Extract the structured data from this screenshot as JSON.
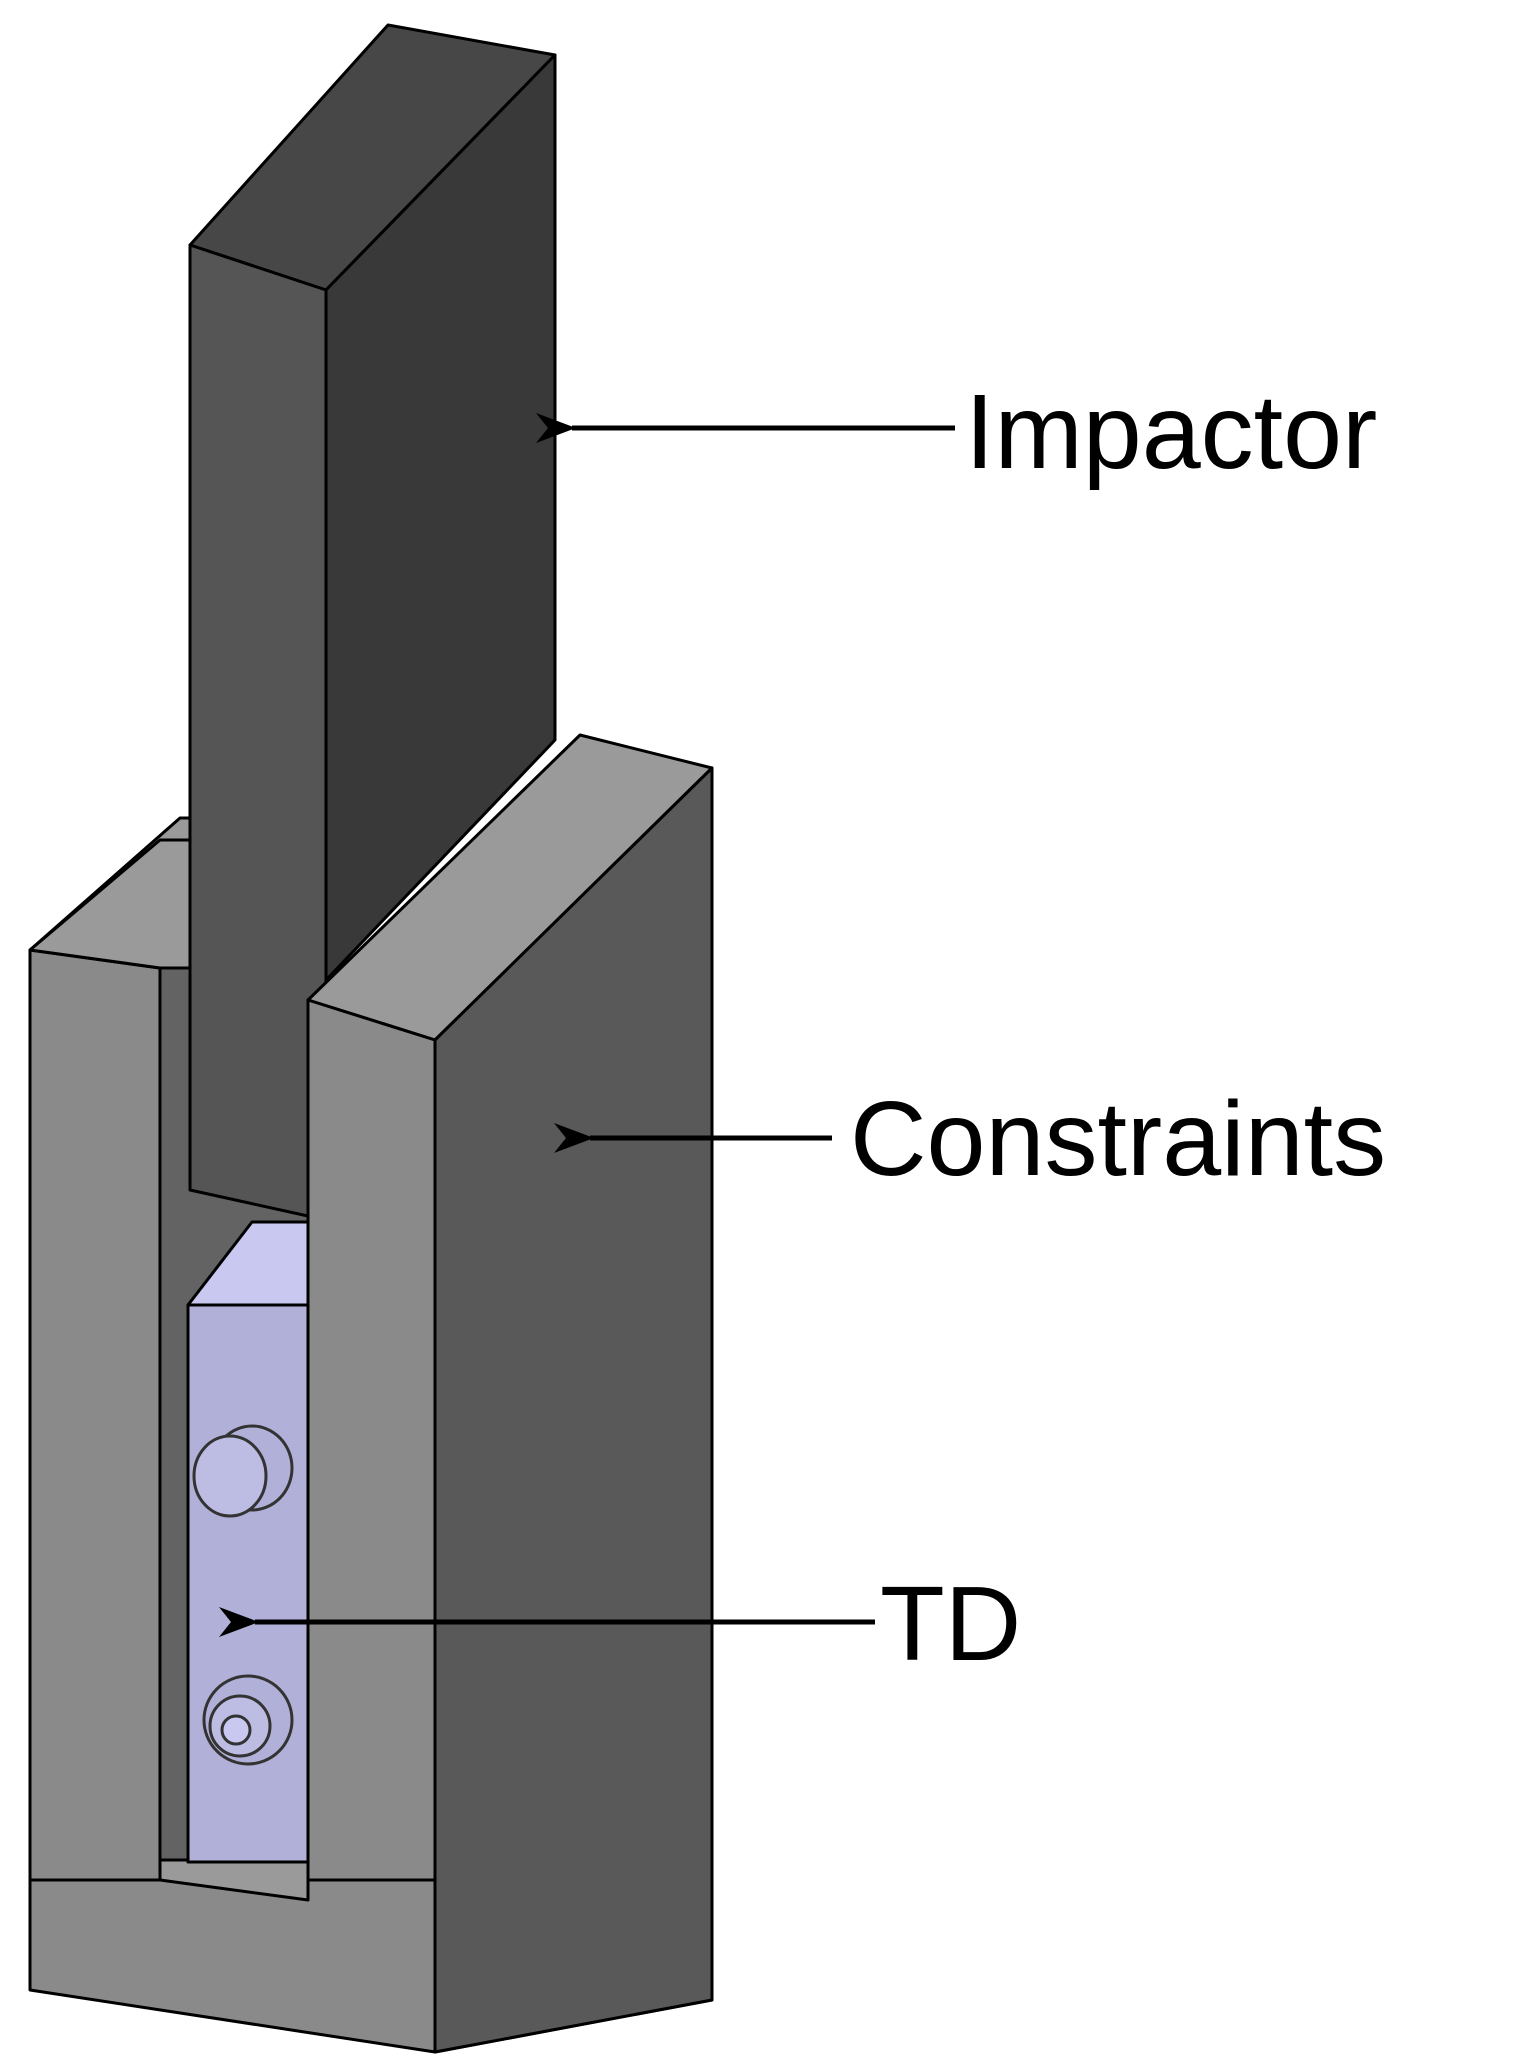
{
  "labels": {
    "impactor": "Impactor",
    "constraints": "Constraints",
    "td": "TD"
  },
  "colors": {
    "impactor_front": "#555555",
    "impactor_side": "#393939",
    "impactor_top": "#474747",
    "constraint_front": "#8a8a8a",
    "constraint_side": "#595959",
    "constraint_top": "#9a9a9a",
    "inner_wall": "#636363",
    "td_front": "#b1b0d9",
    "td_top": "#c9c8f0",
    "arrow": "#000000"
  },
  "icons": {
    "arrow_impactor": "arrow-left-icon",
    "arrow_constraints": "arrow-left-icon",
    "arrow_td": "arrow-left-icon"
  }
}
